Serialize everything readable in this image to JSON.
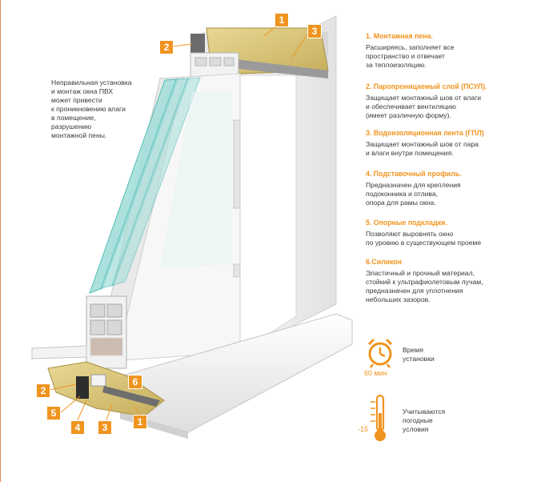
{
  "left_note": "Неправильная установка\nи монтаж окна ПВХ\nможет привести\nк проникновению влаги\nв помещение,\nразрушению\nмонтажной пены.",
  "callouts": {
    "top": [
      "1",
      "2",
      "3"
    ],
    "bottom": [
      "2",
      "5",
      "4",
      "3",
      "6",
      "1"
    ]
  },
  "items": [
    {
      "title": "1. Монтажная пена.",
      "desc": "Расширяясь, заполняет все\nпространство и отвечает\nза теплоизоляцию."
    },
    {
      "title": "2. Паропроницаемый слой (ПСУЛ).",
      "desc": "Защищает монтажный шов от влаги\nи обеспечивает вентиляцию\n(имеет различную форму)."
    },
    {
      "title": "3. Водоизоляционная лента (ГПЛ)",
      "desc": "Защищает монтажный шов от пара\nи влаги внутри помещения."
    },
    {
      "title": "4. Подставочный профиль.",
      "desc": "Предназначен для крепления\nподоконника и отлива,\nопора для рамы окна."
    },
    {
      "title": "5. Опорные подкладки.",
      "desc": "Позволяют выровнять окно\nпо уровню в существующем проеме"
    },
    {
      "title": "6.Силикон",
      "desc": "Эластичный и прочный материал,\nстойкий к ультрафиолетовым лучам,\nпредназначен для уплотнения\nнебольших зазоров."
    }
  ],
  "time_indicator": {
    "icon": "alarm-clock-icon",
    "label": "Время\nустановки",
    "value": "60 мин"
  },
  "weather_indicator": {
    "icon": "thermometer-icon",
    "label": "Учитываются\nпогодные\nусловия",
    "value": "-15"
  },
  "colors": {
    "accent": "#f0941f",
    "text": "#3a3a3a",
    "foam": "#d9c47a",
    "glass": "#3fb6b0"
  }
}
